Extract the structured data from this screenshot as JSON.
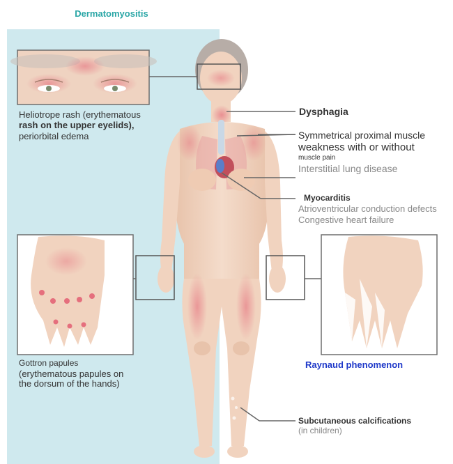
{
  "title": "Dermatomyositis",
  "labels": {
    "heliotrope_1": "Heliotrope rash (erythematous",
    "heliotrope_2": "rash on the upper eyelids),",
    "heliotrope_3": "periorbital edema",
    "dysphagia": "Dysphagia",
    "weakness_1": "Symmetrical proximal muscle",
    "weakness_2": "weakness with or without",
    "weakness_3": "muscle pain",
    "ild": "Interstitial lung disease",
    "myocarditis": "Myocarditis",
    "av_defects": "Atrioventricular conduction defects",
    "chf": "Congestive heart failure",
    "gottron_1": "Gottron papules",
    "gottron_2": "(erythematous papules on",
    "gottron_3": "the dorsum of the hands)",
    "raynaud": "Raynaud phenomenon",
    "calc_1": "Subcutaneous calcifications",
    "calc_2": "(in children)"
  },
  "colors": {
    "panel_bg": "#cfe9ee",
    "title": "#2aa6a6",
    "skin": "#f1d3bf",
    "skin_shade": "#e8bfa6",
    "rash": "#e56f7d",
    "raynaud_label": "#1f39c9"
  }
}
